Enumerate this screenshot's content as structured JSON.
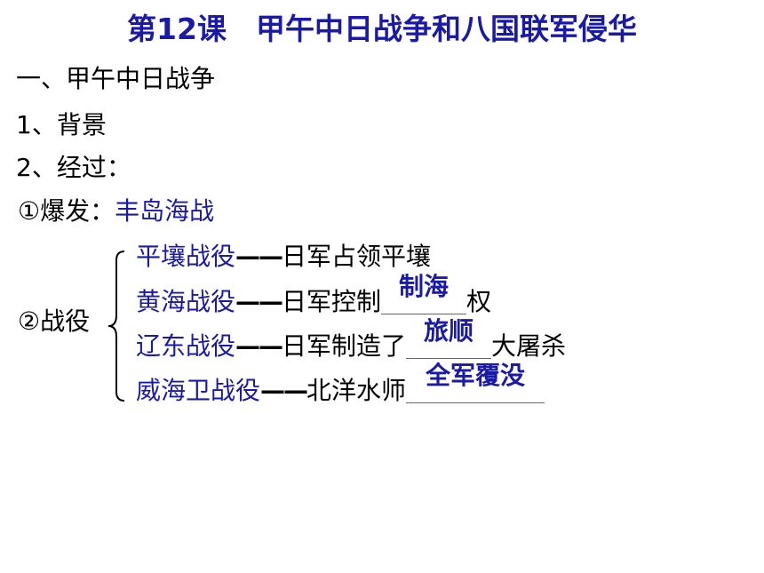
{
  "slide": {
    "title": "第12课　甲午中日战争和八国联军侵华",
    "section_1": "一、甲午中日战争",
    "point_1": "1、背景",
    "point_2": "2、经过：",
    "outbreak": {
      "label": "①爆发：",
      "value": "丰岛海战"
    },
    "battles_label": "②战役",
    "battles": [
      {
        "name": "平壤战役",
        "dash": "——",
        "text_before": "日军占领平壤",
        "answer": "",
        "text_after": ""
      },
      {
        "name": "黄海战役",
        "dash": "——",
        "text_before": "日军控制",
        "answer": "制海",
        "text_after": "权"
      },
      {
        "name": "辽东战役",
        "dash": "——",
        "text_before": "日军制造了",
        "answer": "旅顺",
        "text_after": "大屠杀"
      },
      {
        "name": "威海卫战役",
        "dash": "——",
        "text_before": "北洋水师",
        "answer": "全军覆没",
        "text_after": ""
      }
    ]
  },
  "colors": {
    "title": "#1a1aa6",
    "answer": "#1a1aa6",
    "text": "#000000"
  }
}
